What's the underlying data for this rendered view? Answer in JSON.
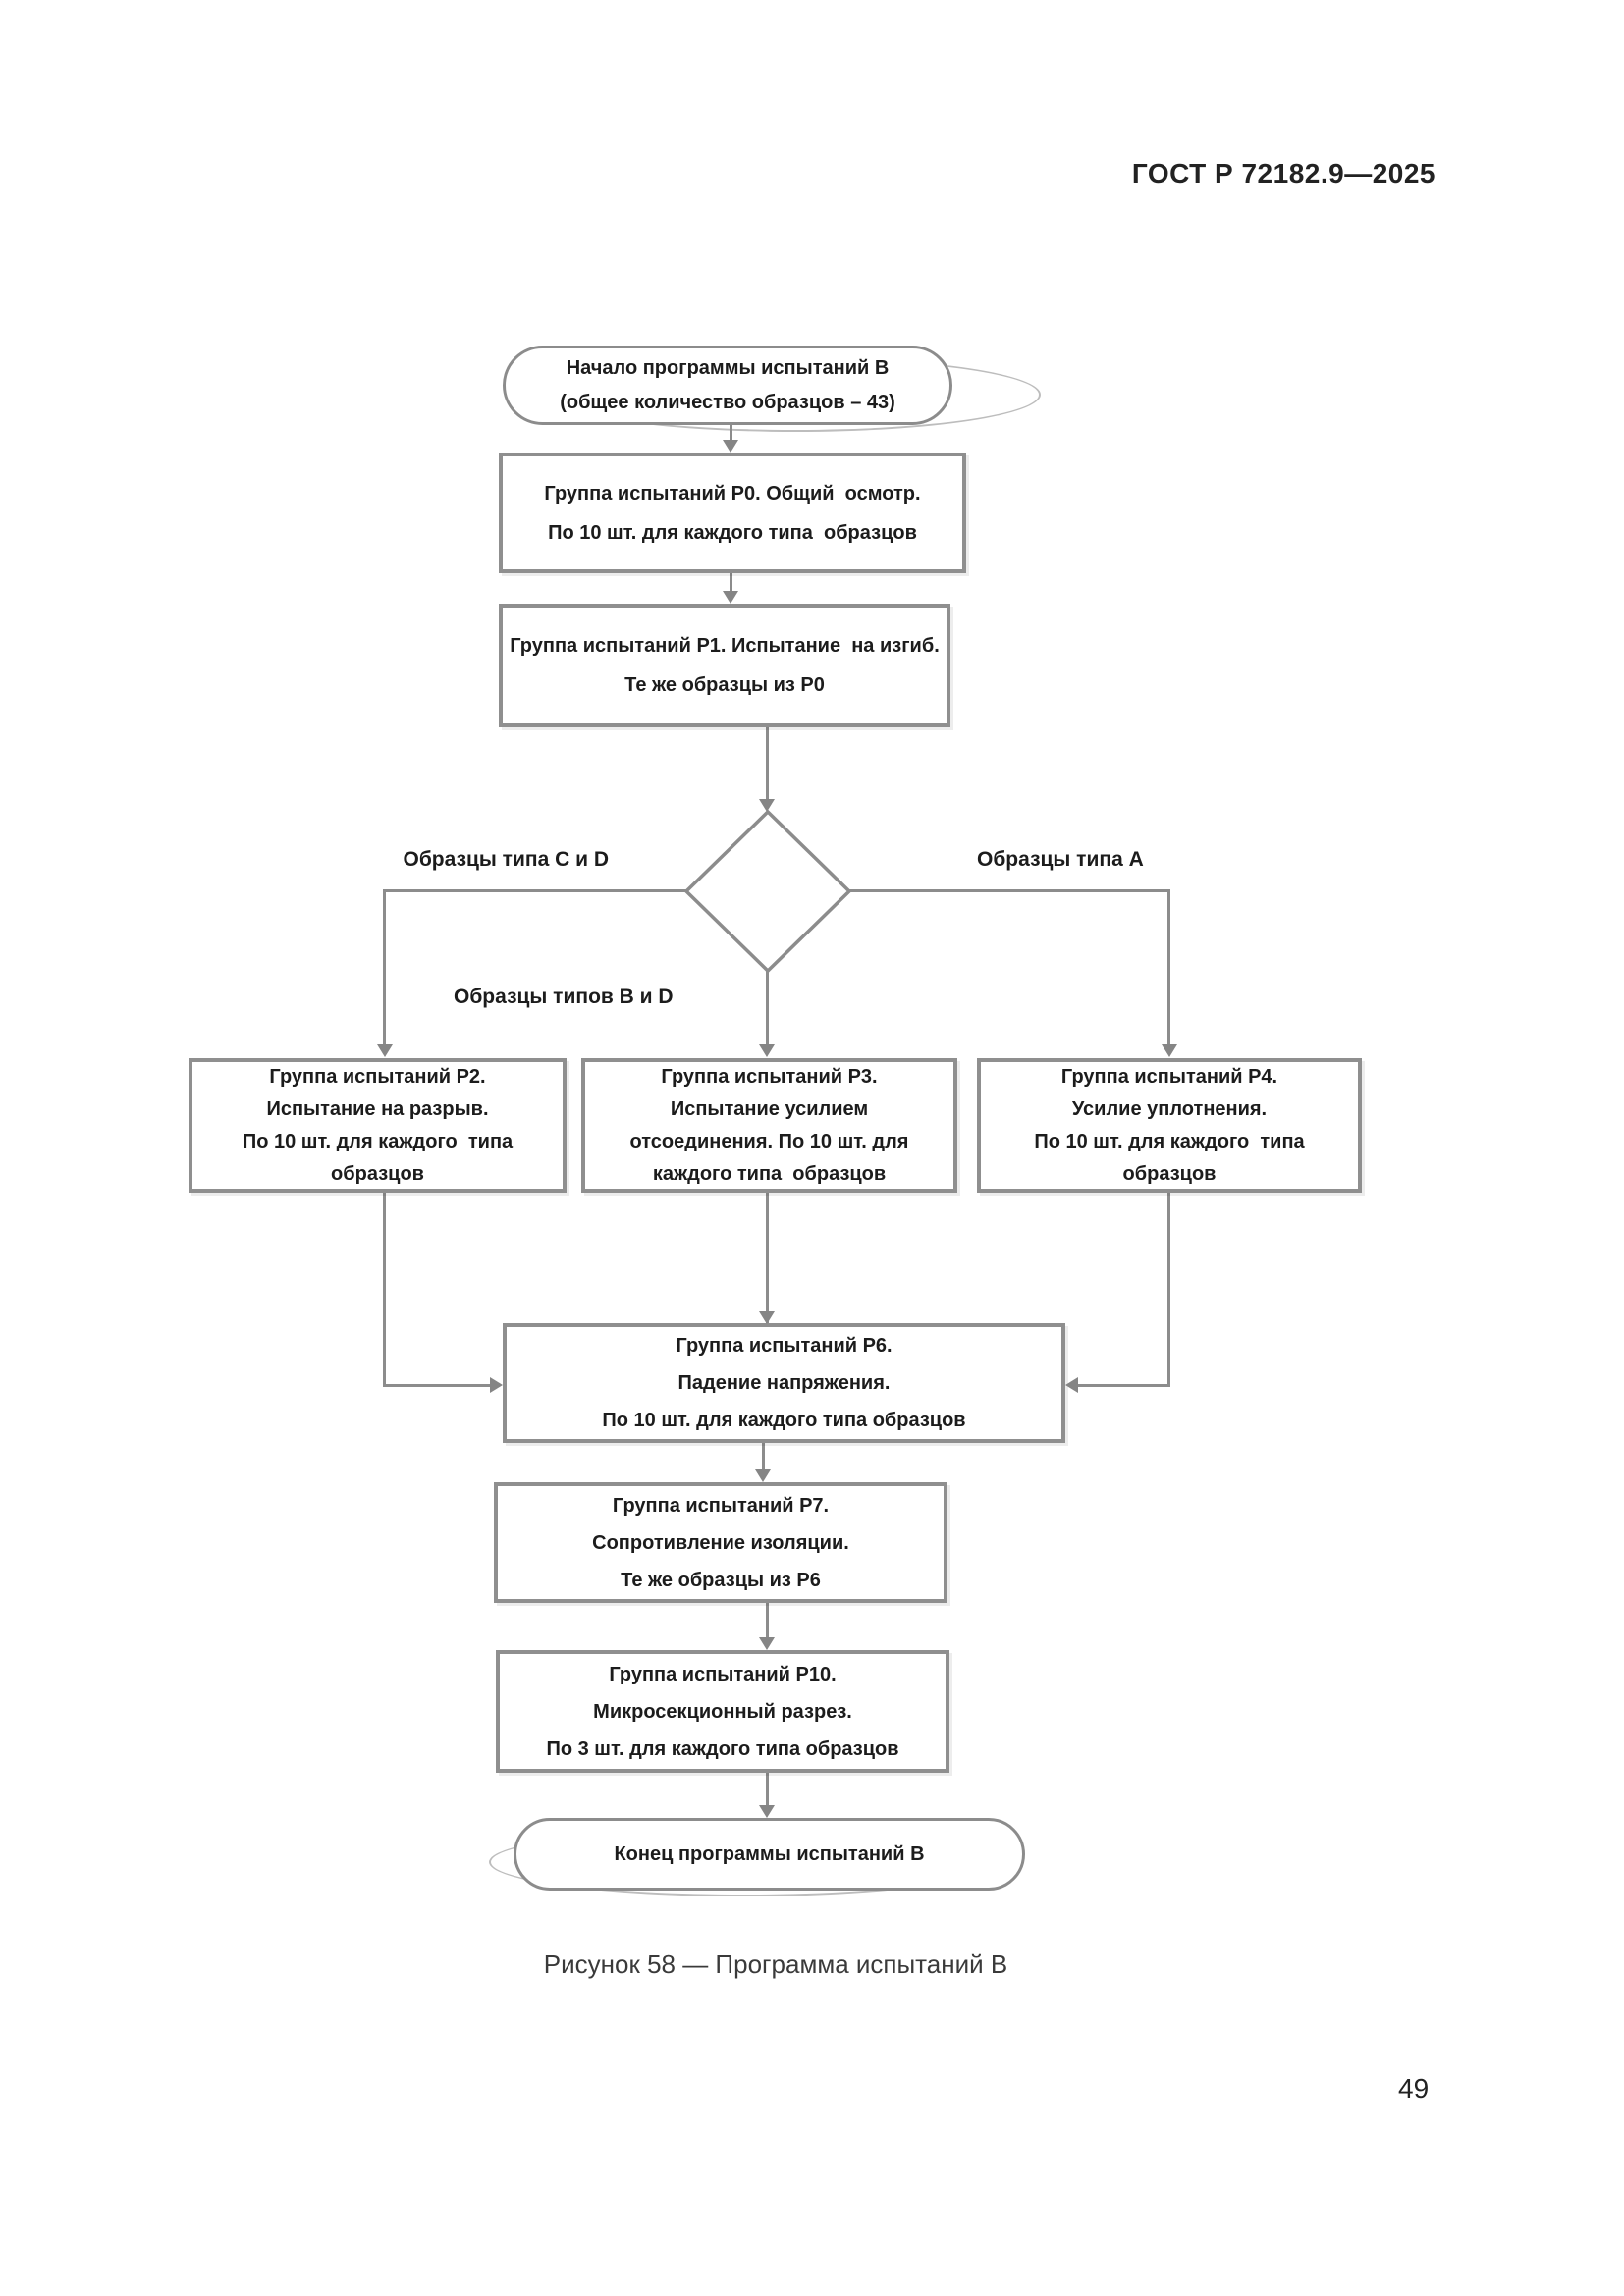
{
  "page": {
    "header": "ГОСТ Р 72182.9—2025",
    "figure_caption": "Рисунок 58 — Программа испытаний В",
    "page_number": "49"
  },
  "flowchart": {
    "start": {
      "lines": [
        "Начало программы испытаний В",
        "(общее количество образцов – 43)"
      ]
    },
    "p0": {
      "lines": [
        "Группа испытаний Р0. Общий  осмотр.",
        "По 10 шт. для каждого типа  образцов"
      ]
    },
    "p1": {
      "lines": [
        "Группа испытаний Р1. Испытание  на изгиб.",
        "Те же образцы из Р0"
      ]
    },
    "branches": {
      "left_label": "Образцы типа C и D",
      "right_label": "Образцы типа А",
      "center_label": "Образцы типов В и D"
    },
    "p2": {
      "lines": [
        "Группа испытаний Р2.",
        "Испытание на разрыв.",
        "По 10 шт. для каждого  типа",
        "образцов"
      ]
    },
    "p3": {
      "lines": [
        "Группа испытаний Р3.",
        "Испытание усилием",
        "отсоединения. По 10 шт. для",
        "каждого типа  образцов"
      ]
    },
    "p4": {
      "lines": [
        "Группа испытаний Р4.",
        "Усилие уплотнения.",
        "По 10 шт. для каждого  типа",
        "образцов"
      ]
    },
    "p6": {
      "lines": [
        "Группа испытаний Р6.",
        "Падение напряжения.",
        "По 10 шт. для каждого типа образцов"
      ]
    },
    "p7": {
      "lines": [
        "Группа испытаний Р7.",
        "Сопротивление изоляции.",
        "Те же образцы из Р6"
      ]
    },
    "p10": {
      "lines": [
        "Группа испытаний Р10.",
        "Микросекционный разрез.",
        "По 3 шт. для каждого типа образцов"
      ]
    },
    "end": {
      "lines": [
        "Конец программы испытаний В"
      ]
    }
  },
  "colors": {
    "line_gray": "#8c8c8c",
    "box_border": "#8f8f8f",
    "text_dark": "#1c1c1c"
  }
}
